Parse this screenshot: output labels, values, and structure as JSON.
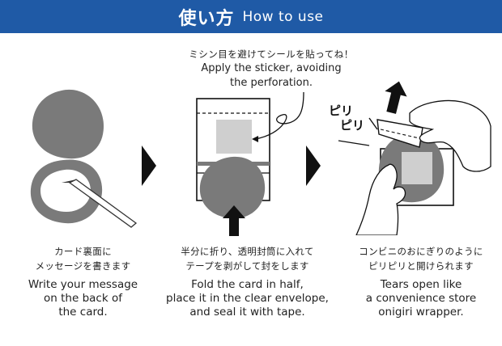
{
  "header": {
    "title_jp": "使い方",
    "title_en": "How to use"
  },
  "top_note": {
    "jp": "ミシン目を避けてシールを貼ってね！",
    "en_lines": [
      "Apply the sticker, avoiding",
      "the perforation."
    ]
  },
  "tear_sound": [
    "ピリ",
    "ピリ"
  ],
  "steps": [
    {
      "jp_lines": [
        "カード裏面に",
        "メッセージを書きます"
      ],
      "en_lines": [
        "Write your message",
        "on the back of",
        "the card."
      ]
    },
    {
      "jp_lines": [
        "半分に折り、透明封筒に入れて",
        "テープを剥がして封をします"
      ],
      "en_lines": [
        "Fold the card in half,",
        "place it in the clear envelope,",
        "and seal it with tape."
      ]
    },
    {
      "jp_lines": [
        "コンビニのおにぎりのように",
        "ピリピリと開けられます"
      ],
      "en_lines": [
        "Tears open like",
        "a convenience store",
        "onigiri wrapper."
      ]
    }
  ],
  "colors": {
    "header_bg": "#1f5aa6",
    "dark_gray": "#7a7a7a",
    "light_gray": "#cfcfcf",
    "ink": "#222222"
  }
}
